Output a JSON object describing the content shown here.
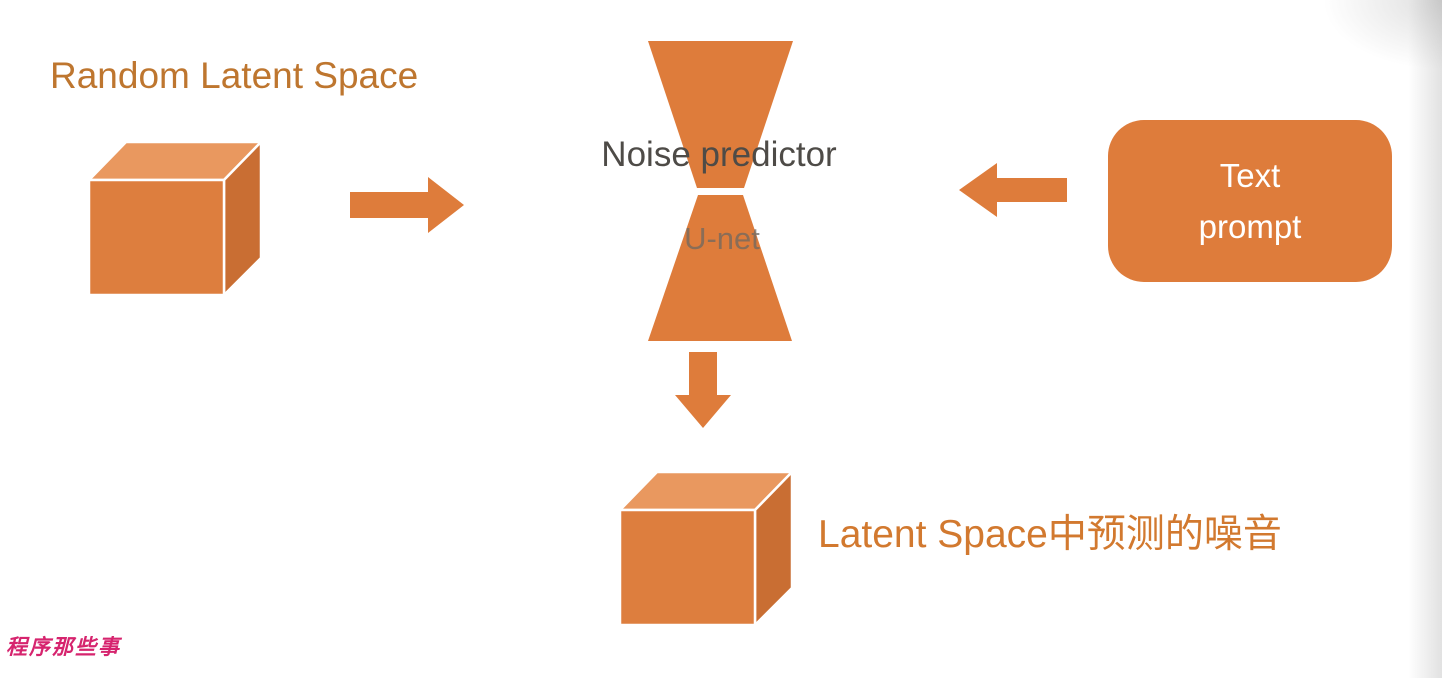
{
  "labels": {
    "random_latent_space": "Random Latent Space",
    "noise_predictor": "Noise predictor",
    "u_net": "U-net",
    "text_prompt": {
      "line1": "Text",
      "line2": "prompt"
    },
    "latent_noise": "Latent Space中预测的噪音",
    "watermark": "程序那些事"
  },
  "icons": {
    "cube": "3d-cube-icon",
    "hourglass": "u-net-funnel-icon",
    "arrow_right": "arrow-right-icon",
    "arrow_left": "arrow-left-icon",
    "arrow_down": "arrow-down-icon"
  },
  "colors": {
    "shape_orange": "#DE7C3B",
    "cube_front": "#DD7E3E",
    "cube_top": "#E9985F",
    "cube_side": "#C96E33",
    "heading_orange": "#BE762F",
    "label_orange": "#D2792F",
    "noise_predictor_text": "#4E4B47",
    "unet_text": "#6E6862",
    "prompt_text": "#FFFFFF",
    "watermark_pink": "#D6246E",
    "background": "#FFFFFF"
  }
}
